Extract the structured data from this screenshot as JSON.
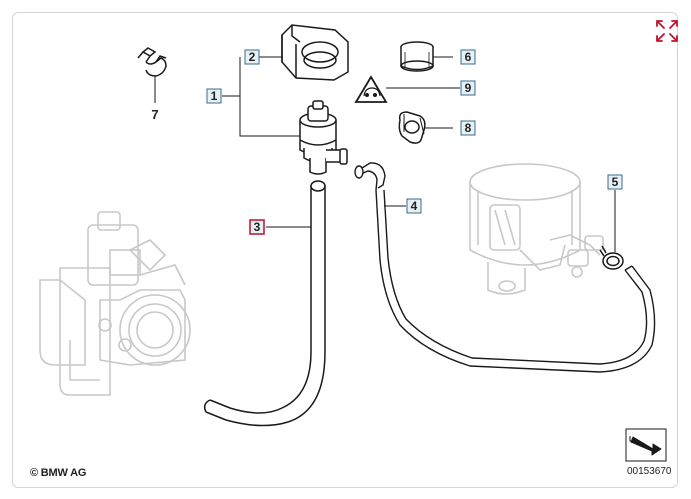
{
  "diagram": {
    "callouts": [
      {
        "id": "1",
        "label": "1"
      },
      {
        "id": "2",
        "label": "2"
      },
      {
        "id": "3",
        "label": "3"
      },
      {
        "id": "4",
        "label": "4"
      },
      {
        "id": "5",
        "label": "5"
      },
      {
        "id": "6",
        "label": "6"
      },
      {
        "id": "7",
        "label": "7"
      },
      {
        "id": "8",
        "label": "8"
      },
      {
        "id": "9",
        "label": "9"
      }
    ],
    "highlighted_callout": "3",
    "copyright": "© BMW AG",
    "catalog_number": "00153670",
    "colors": {
      "line": "#1a1a1a",
      "ghost": "#c8c8c8",
      "callout_border": "#3a6d8c",
      "callout_fill": "#e6f0f5",
      "highlight_border": "#c0112b",
      "expand_icon": "#c0112b"
    },
    "icons": [
      "expand-icon",
      "next-page-arrow-icon"
    ]
  }
}
